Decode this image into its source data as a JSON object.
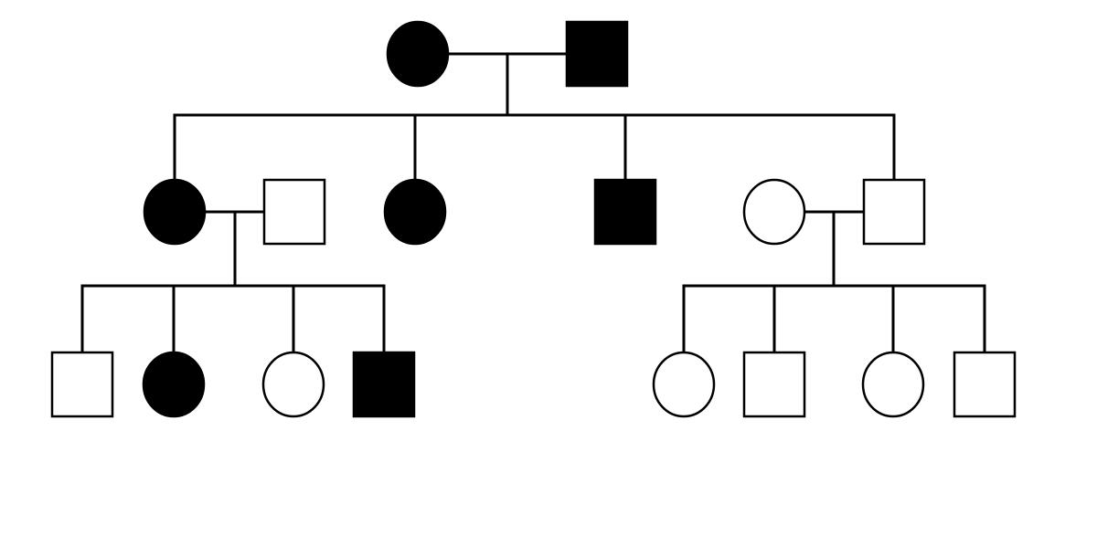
{
  "colors": {
    "background": "#ffffff",
    "stroke": "#000000",
    "affected": "#000000",
    "unaffected": "#ffffff"
  },
  "legend": {
    "female_symbol": "circle",
    "male_symbol": "square",
    "affected_style": "filled",
    "unaffected_style": "unfilled"
  },
  "generations": [
    {
      "individuals": [
        {
          "id": "g1-mother",
          "sex": "female",
          "affected": true
        },
        {
          "id": "g1-father",
          "sex": "male",
          "affected": true
        }
      ]
    },
    {
      "individuals": [
        {
          "id": "g2-daughter-1",
          "sex": "female",
          "affected": true
        },
        {
          "id": "g2-daughter-1-spouse",
          "sex": "male",
          "affected": false
        },
        {
          "id": "g2-daughter-2",
          "sex": "female",
          "affected": true
        },
        {
          "id": "g2-son",
          "sex": "male",
          "affected": true
        },
        {
          "id": "g2-son-in-law-spouse",
          "sex": "female",
          "affected": false
        },
        {
          "id": "g2-son-2",
          "sex": "male",
          "affected": false
        }
      ]
    },
    {
      "individuals": [
        {
          "id": "g3-a1",
          "sex": "male",
          "affected": false
        },
        {
          "id": "g3-a2",
          "sex": "female",
          "affected": true
        },
        {
          "id": "g3-a3",
          "sex": "female",
          "affected": false
        },
        {
          "id": "g3-a4",
          "sex": "male",
          "affected": true
        },
        {
          "id": "g3-b1",
          "sex": "female",
          "affected": false
        },
        {
          "id": "g3-b2",
          "sex": "male",
          "affected": false
        },
        {
          "id": "g3-b3",
          "sex": "female",
          "affected": false
        },
        {
          "id": "g3-b4",
          "sex": "male",
          "affected": false
        }
      ]
    }
  ],
  "matings": [
    {
      "partners": [
        "g1-mother",
        "g1-father"
      ],
      "children": [
        "g2-daughter-1",
        "g2-daughter-2",
        "g2-son",
        "g2-son-2"
      ]
    },
    {
      "partners": [
        "g2-daughter-1",
        "g2-daughter-1-spouse"
      ],
      "children": [
        "g3-a1",
        "g3-a2",
        "g3-a3",
        "g3-a4"
      ]
    },
    {
      "partners": [
        "g2-son-in-law-spouse",
        "g2-son-2"
      ],
      "children": [
        "g3-b1",
        "g3-b2",
        "g3-b3",
        "g3-b4"
      ]
    }
  ]
}
